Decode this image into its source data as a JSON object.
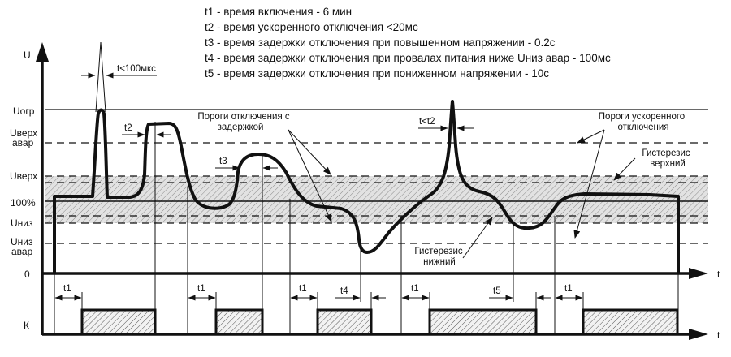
{
  "legend": [
    "t1 - время включения - 6 мин",
    "t2 - время ускоренного отключения <20мс",
    "t3 - время задержки отключения при повышенном напряжении - 0.2с",
    "t4 - время задержки отключения при провалах питания ниже Uниз авар  - 100мс",
    "t5 - время задержки отключения при пониженном напряжении - 10с"
  ],
  "axis": {
    "u": "U",
    "u_ogr": "Uогр",
    "u_verh_avar_1": "Uверх",
    "u_verh_avar_2": "авар",
    "u_verh": "Uверх",
    "u_100": "100%",
    "u_niz": "Uниз",
    "u_niz_avar_1": "Uниз",
    "u_niz_avar_2": "авар",
    "zero": "0",
    "k": "К",
    "t_top": "t",
    "t_bottom": "t"
  },
  "annotations": {
    "t_spike": "t<100мкс",
    "t2": "t2",
    "t3": "t3",
    "t_lt_t2": "t<t2",
    "t4": "t4",
    "t5": "t5",
    "t1": "t1",
    "delay_thresholds_1": "Пороги отключения с",
    "delay_thresholds_2": "задержкой",
    "fast_thresholds_1": "Пороги ускоренного",
    "fast_thresholds_2": "отключения",
    "hyst_upper_1": "Гистерезис",
    "hyst_upper_2": "верхний",
    "hyst_lower_1": "Гистерезис",
    "hyst_lower_2": "нижний"
  }
}
